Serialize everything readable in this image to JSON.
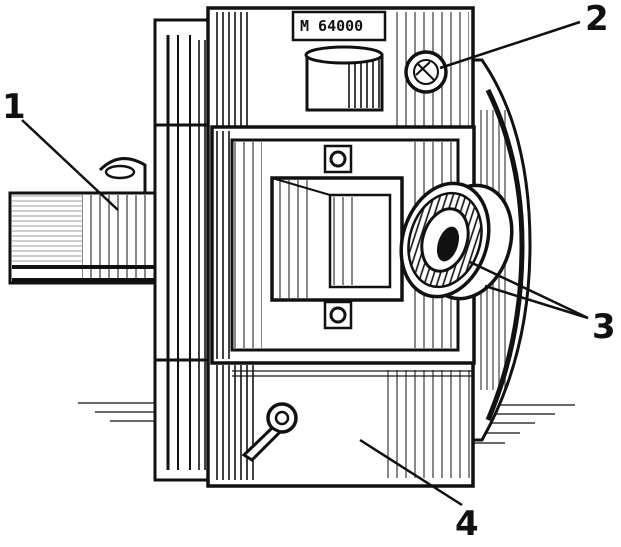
{
  "figure": {
    "plate_text": "M 64000",
    "callouts": [
      {
        "id": "1",
        "label": "1"
      },
      {
        "id": "2",
        "label": "2"
      },
      {
        "id": "3",
        "label": "3"
      },
      {
        "id": "4",
        "label": "4"
      }
    ],
    "colors": {
      "ink": "#111111",
      "paper": "#ffffff"
    }
  }
}
